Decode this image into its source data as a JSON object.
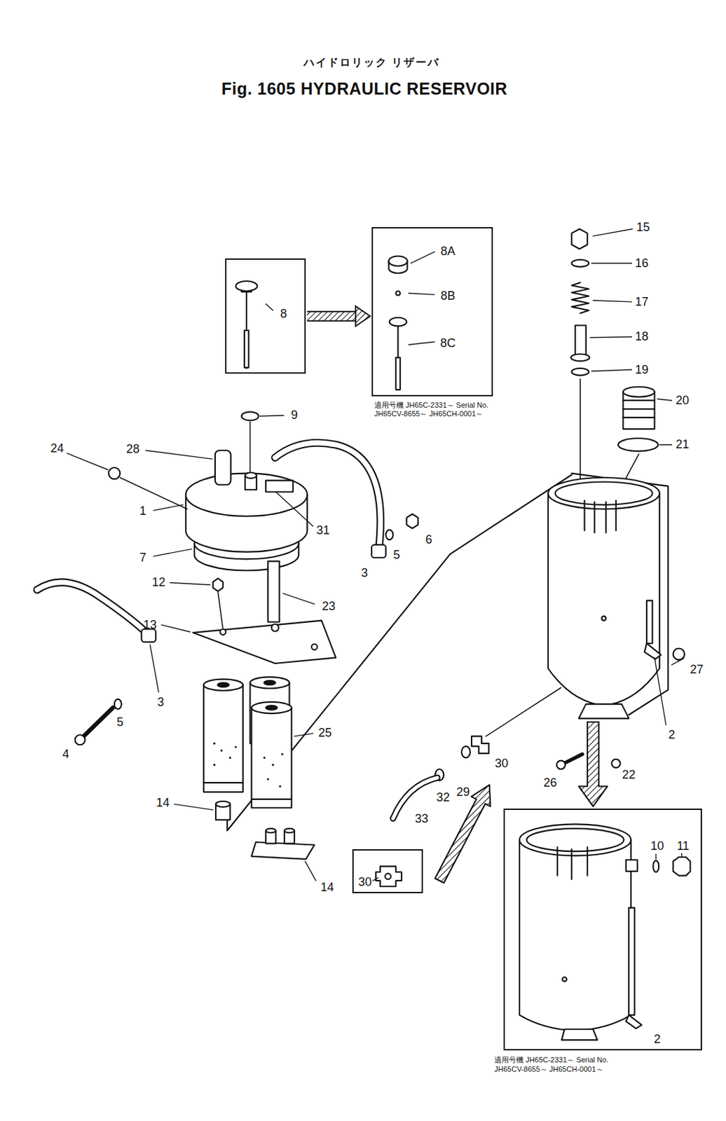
{
  "diagram": {
    "title": "Fig. 1605 HYDRAULIC RESERVOIR",
    "nodes": [
      {
        "text": [
          "8"
        ]
      },
      {
        "text": [
          "8A",
          "8B",
          "8C",
          "適用号機 JH65C-2331～ Serial No. JH65CV-8655～ JH65CH-0001～"
        ]
      },
      {
        "text": [
          "30"
        ]
      },
      {
        "text": [
          "10",
          "11",
          "2",
          "適用号機 JH65C-2331～ Serial No. JH65CV-8655～ JH65CH-0001～"
        ]
      }
    ],
    "edges": [
      {
        "from": 0,
        "to": 1,
        "arrow": "to"
      }
    ],
    "labels": [
      "ハイドロリック リザーバ",
      "15",
      "16",
      "17",
      "18",
      "19",
      "20",
      "21",
      "9",
      "28",
      "24",
      "1",
      "31",
      "3",
      "5",
      "6",
      "7",
      "12",
      "23",
      "13",
      "3",
      "4",
      "5",
      "25",
      "14",
      "14",
      "27",
      "2",
      "26",
      "22",
      "30",
      "29",
      "32",
      "33"
    ]
  }
}
